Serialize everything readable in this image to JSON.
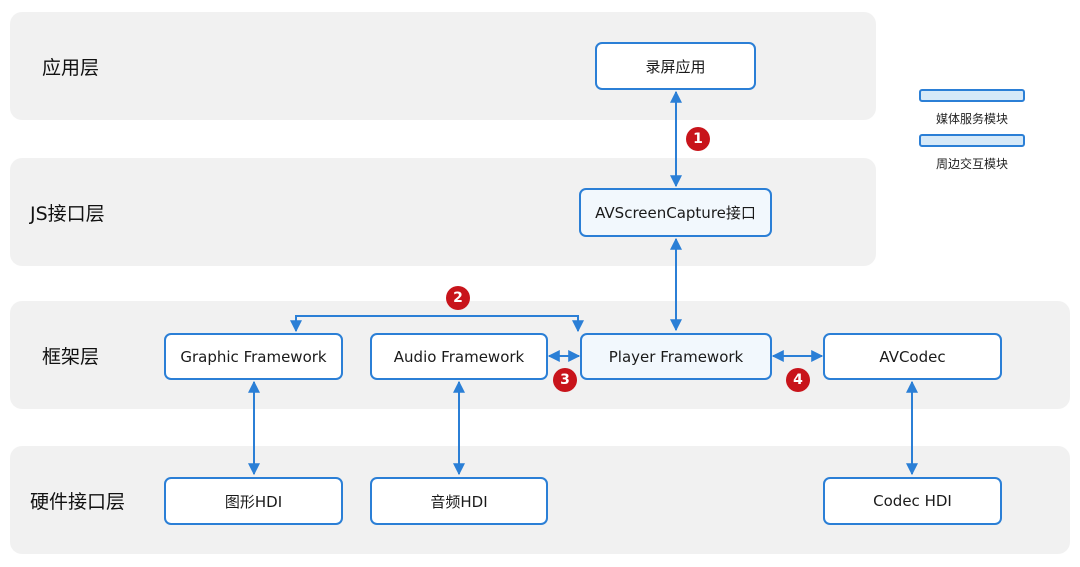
{
  "layers": {
    "app": "应用层",
    "js": "JS接口层",
    "framework": "框架层",
    "hdi": "硬件接口层"
  },
  "boxes": {
    "screen_record_app": "录屏应用",
    "avscreencapture": "AVScreenCapture接口",
    "graphic": "Graphic Framework",
    "audio": "Audio Framework",
    "player": "Player Framework",
    "avcodec": "AVCodec",
    "graphic_hdi": "图形HDI",
    "audio_hdi": "音频HDI",
    "codec_hdi": "Codec HDI"
  },
  "badges": [
    "1",
    "2",
    "3",
    "4"
  ],
  "legend": {
    "media": "媒体服务模块",
    "periph": "周边交互模块"
  },
  "colors": {
    "accent": "#2b7fd6",
    "badge": "#c8141b",
    "layer_bg": "#f1f1f1"
  }
}
